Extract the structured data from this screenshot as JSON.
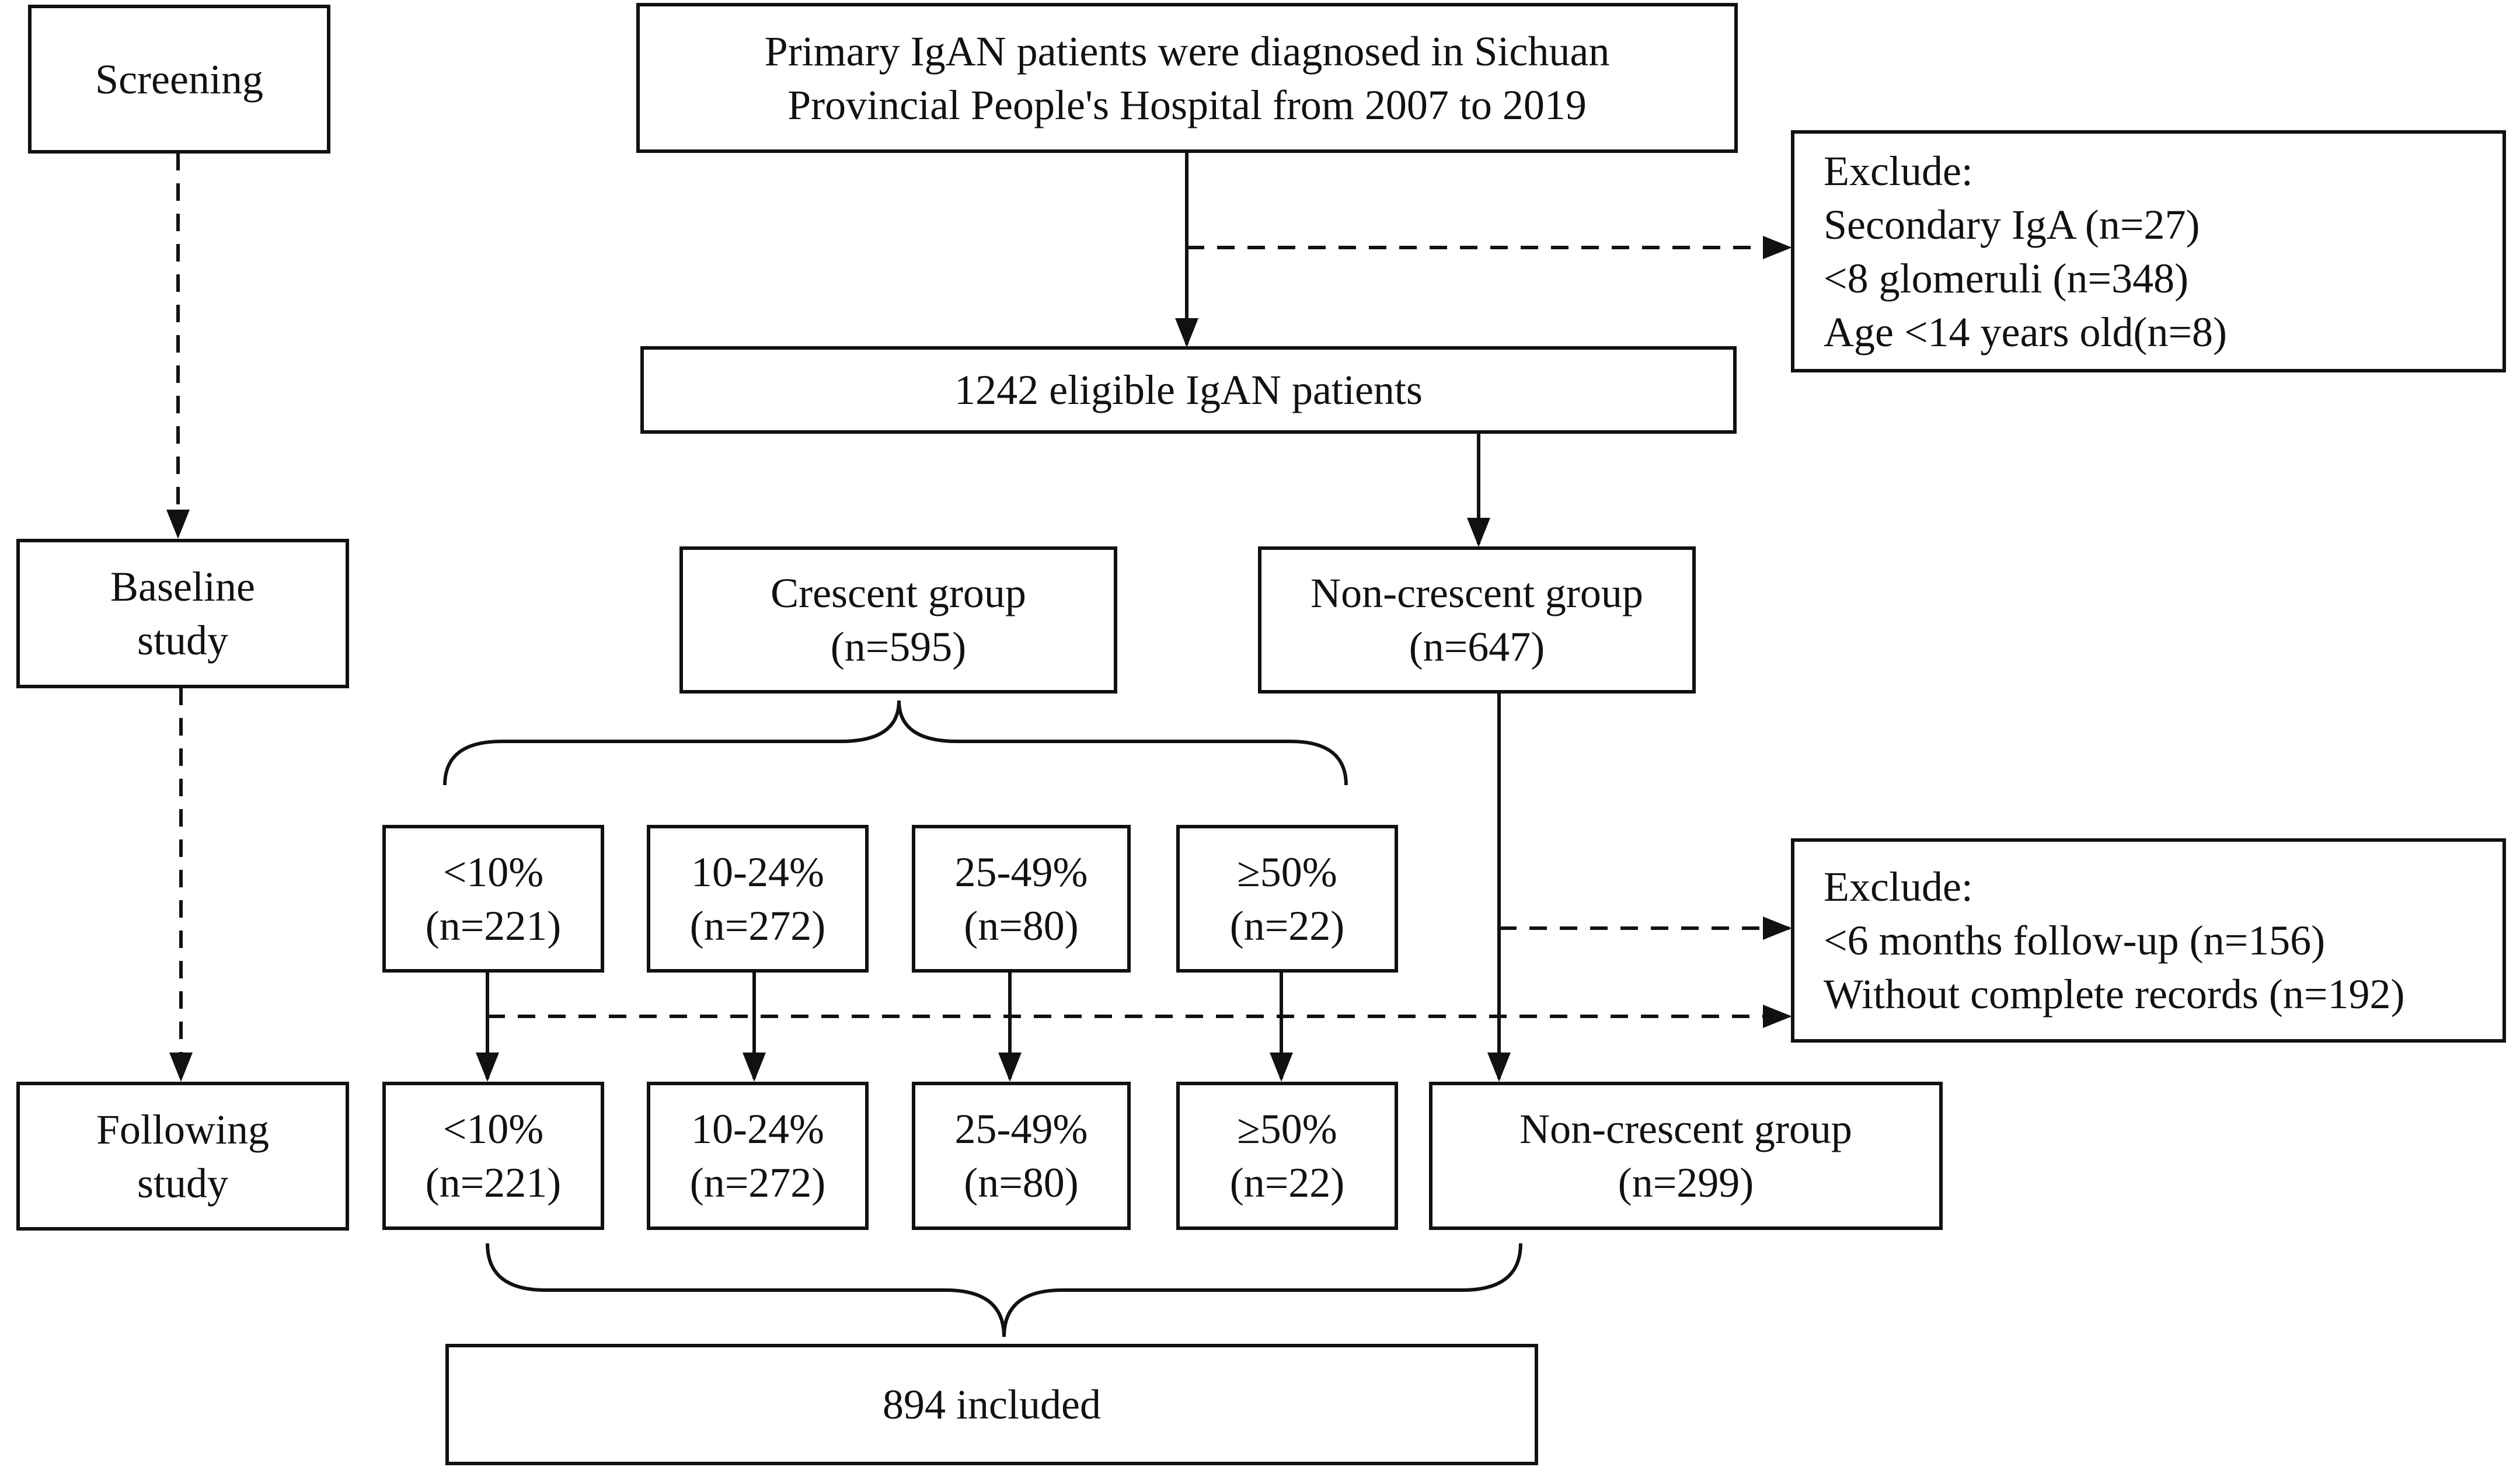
{
  "stages": {
    "screening": "Screening",
    "baseline_line1": "Baseline",
    "baseline_line2": "study",
    "following_line1": "Following",
    "following_line2": "study"
  },
  "primary": {
    "line1": "Primary IgAN patients were diagnosed in Sichuan",
    "line2": "Provincial People's Hospital from 2007 to 2019"
  },
  "exclude1": {
    "title": "Exclude:",
    "items": [
      "Secondary IgA (n=27)",
      "<8 glomeruli (n=348)",
      "Age <14 years old(n=8)"
    ]
  },
  "eligible": "1242 eligible IgAN patients",
  "crescent_group": {
    "label": "Crescent group",
    "n": "(n=595)"
  },
  "noncrescent_group": {
    "label": "Non-crescent group",
    "n": "(n=647)"
  },
  "baseline_subgroups": [
    {
      "label": "<10%",
      "n": "(n=221)"
    },
    {
      "label": "10-24%",
      "n": "(n=272)"
    },
    {
      "label": "25-49%",
      "n": "(n=80)"
    },
    {
      "label": "≥50%",
      "n": "(n=22)"
    }
  ],
  "exclude2": {
    "title": "Exclude:",
    "items": [
      "<6 months follow-up (n=156)",
      "Without complete records (n=192)"
    ]
  },
  "following_subgroups": [
    {
      "label": "<10%",
      "n": "(n=221)"
    },
    {
      "label": "10-24%",
      "n": "(n=272)"
    },
    {
      "label": "25-49%",
      "n": "(n=80)"
    },
    {
      "label": "≥50%",
      "n": "(n=22)"
    }
  ],
  "following_noncrescent": {
    "label": "Non-crescent group",
    "n": "(n=299)"
  },
  "included": "894 included"
}
